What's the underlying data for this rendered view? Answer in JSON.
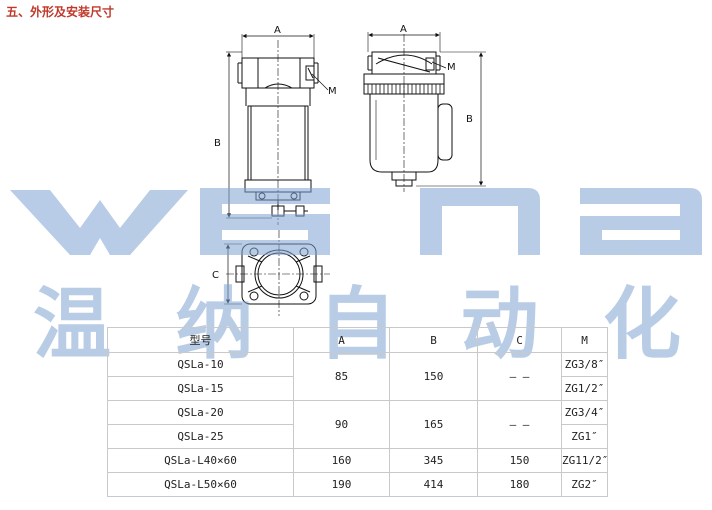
{
  "section_title": "五、外形及安装尺寸",
  "drawing": {
    "labels": {
      "a": "A",
      "b": "B",
      "c": "C",
      "m": "M"
    }
  },
  "watermark": {
    "letters": "wena",
    "chinese": [
      "温",
      "纳",
      "自",
      "动",
      "化"
    ],
    "color": "#7fa3d3"
  },
  "table": {
    "headers": [
      "型号",
      "A",
      "B",
      "C",
      "M"
    ],
    "groups": [
      {
        "models": [
          "QSLa-10",
          "QSLa-15"
        ],
        "a": "85",
        "b": "150",
        "c": "— —",
        "m": [
          "ZG3/8″",
          "ZG1/2″"
        ]
      },
      {
        "models": [
          "QSLa-20",
          "QSLa-25"
        ],
        "a": "90",
        "b": "165",
        "c": "— —",
        "m": [
          "ZG3/4″",
          "ZG1″"
        ]
      }
    ],
    "rows": [
      {
        "model": "QSLa-L40×60",
        "a": "160",
        "b": "345",
        "c": "150",
        "m": "ZG11/2″"
      },
      {
        "model": "QSLa-L50×60",
        "a": "190",
        "b": "414",
        "c": "180",
        "m": "ZG2″"
      }
    ]
  }
}
